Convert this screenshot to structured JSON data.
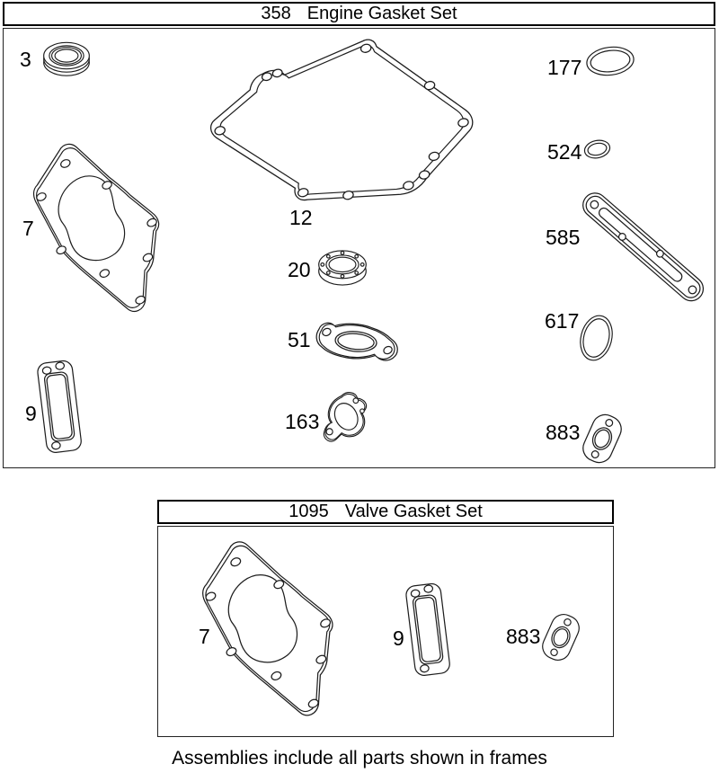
{
  "frames": [
    {
      "number": "358",
      "title": "Engine Gasket Set",
      "labels": {
        "p3": "3",
        "p7": "7",
        "p9": "9",
        "p12": "12",
        "p20": "20",
        "p51": "51",
        "p163": "163",
        "p177": "177",
        "p524": "524",
        "p585": "585",
        "p617": "617",
        "p883": "883"
      }
    },
    {
      "number": "1095",
      "title": "Valve Gasket Set",
      "labels": {
        "p7": "7",
        "p9": "9",
        "p883": "883"
      }
    }
  ],
  "caption": "Assemblies include all parts shown in frames",
  "colors": {
    "line": "#1d1d1d",
    "background": "#ffffff"
  }
}
